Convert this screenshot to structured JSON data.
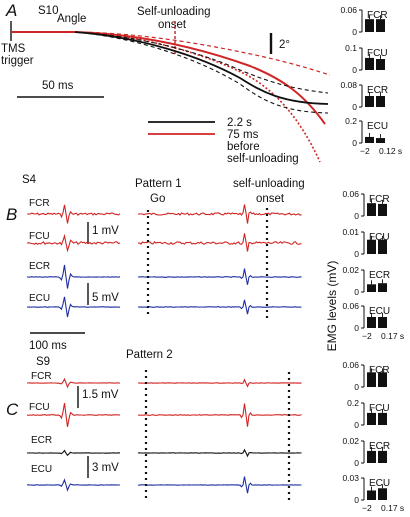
{
  "panel_a": {
    "letter": "A",
    "subject": "S10",
    "angle_label": "Angle",
    "onset_label_1": "Self-unloading",
    "onset_label_2": "onset",
    "tms_label_1": "TMS",
    "tms_label_2": "trigger",
    "angle_scale": "2°",
    "time_scale": "50 ms",
    "legend_black": "2.2 s",
    "legend_red_1": "75 ms",
    "legend_red_2": "before",
    "legend_red_3": "self-unloading"
  },
  "panel_b": {
    "letter": "B",
    "subject": "S4",
    "pattern": "Pattern 1",
    "go": "Go",
    "onset_1": "self-unloading",
    "onset_2": "onset",
    "muscles": [
      "FCR",
      "FCU",
      "ECR",
      "ECU"
    ],
    "scale_1": "1 mV",
    "scale_2": "5 mV",
    "time_scale": "100 ms"
  },
  "panel_c": {
    "letter": "C",
    "subject": "S9",
    "pattern": "Pattern 2",
    "muscles": [
      "FCR",
      "FCU",
      "ECR",
      "ECU"
    ],
    "scale_1": "1.5 mV",
    "scale_2": "3 mV"
  },
  "emg_axis_label": "EMG levels (mV)",
  "colors": {
    "red": "#d02525",
    "blue": "#1f2fa0",
    "black": "#111111",
    "bar": "#111111"
  },
  "chart_data": [
    {
      "type": "bar",
      "panel": "A",
      "muscle": "FCR",
      "categories": [
        "-2 s",
        "0.12 s"
      ],
      "values": [
        0.035,
        0.035
      ],
      "ylim": [
        0,
        0.06
      ],
      "yticks": [
        "0.06",
        "0"
      ],
      "xticks": []
    },
    {
      "type": "bar",
      "panel": "A",
      "muscle": "FCU",
      "categories": [
        "-2 s",
        "0.12 s"
      ],
      "values": [
        0.055,
        0.05
      ],
      "ylim": [
        0,
        0.1
      ],
      "yticks": [
        "0.1",
        "0"
      ],
      "xticks": []
    },
    {
      "type": "bar",
      "panel": "A",
      "muscle": "ECR",
      "categories": [
        "-2 s",
        "0.12 s"
      ],
      "values": [
        0.04,
        0.04
      ],
      "ylim": [
        0,
        0.08
      ],
      "yticks": [
        "0.08",
        "0"
      ],
      "xticks": []
    },
    {
      "type": "bar",
      "panel": "A",
      "muscle": "ECU",
      "categories": [
        "-2 s",
        "0.12 s"
      ],
      "values": [
        0.055,
        0.045
      ],
      "ylim": [
        0,
        0.2
      ],
      "yticks": [
        "0.2",
        "0"
      ],
      "xticks": [
        "−2",
        "0.12 s"
      ]
    },
    {
      "type": "bar",
      "panel": "B",
      "muscle": "FCR",
      "categories": [
        "-2 s",
        "0.17 s"
      ],
      "values": [
        0.035,
        0.033
      ],
      "ylim": [
        0,
        0.06
      ],
      "yticks": [
        "0.06",
        "0"
      ],
      "xticks": []
    },
    {
      "type": "bar",
      "panel": "B",
      "muscle": "FCU",
      "categories": [
        "-2 s",
        "0.17 s"
      ],
      "values": [
        0.0065,
        0.0065
      ],
      "ylim": [
        0,
        0.01
      ],
      "yticks": [
        "0.01",
        "0"
      ],
      "xticks": []
    },
    {
      "type": "bar",
      "panel": "B",
      "muscle": "ECR",
      "categories": [
        "-2 s",
        "0.17 s"
      ],
      "values": [
        0.007,
        0.008
      ],
      "ylim": [
        0,
        0.02
      ],
      "yticks": [
        "0.02",
        "0"
      ],
      "xticks": []
    },
    {
      "type": "bar",
      "panel": "B",
      "muscle": "ECU",
      "categories": [
        "-2 s",
        "0.17 s"
      ],
      "values": [
        0.03,
        0.03
      ],
      "ylim": [
        0,
        0.06
      ],
      "yticks": [
        "0.06",
        "0"
      ],
      "xticks": [
        "−2",
        "0.17 s"
      ]
    },
    {
      "type": "bar",
      "panel": "C",
      "muscle": "FCR",
      "categories": [
        "-2 s",
        "0.17 s"
      ],
      "values": [
        0.04,
        0.04
      ],
      "ylim": [
        0,
        0.06
      ],
      "yticks": [
        "0.06",
        "0"
      ],
      "xticks": []
    },
    {
      "type": "bar",
      "panel": "C",
      "muscle": "FCU",
      "categories": [
        "-2 s",
        "0.17 s"
      ],
      "values": [
        0.11,
        0.11
      ],
      "ylim": [
        0,
        0.2
      ],
      "yticks": [
        "0.2",
        "0"
      ],
      "xticks": []
    },
    {
      "type": "bar",
      "panel": "C",
      "muscle": "ECR",
      "categories": [
        "-2 s",
        "0.17 s"
      ],
      "values": [
        0.011,
        0.011
      ],
      "ylim": [
        0,
        0.02
      ],
      "yticks": [
        "0.02",
        "0"
      ],
      "xticks": []
    },
    {
      "type": "bar",
      "panel": "C",
      "muscle": "ECU",
      "categories": [
        "-2 s",
        "0.17 s"
      ],
      "values": [
        0.013,
        0.016
      ],
      "ylim": [
        0,
        0.03
      ],
      "yticks": [
        "0.03",
        "0"
      ],
      "xticks": [
        "−2",
        "0.17 s"
      ]
    }
  ]
}
